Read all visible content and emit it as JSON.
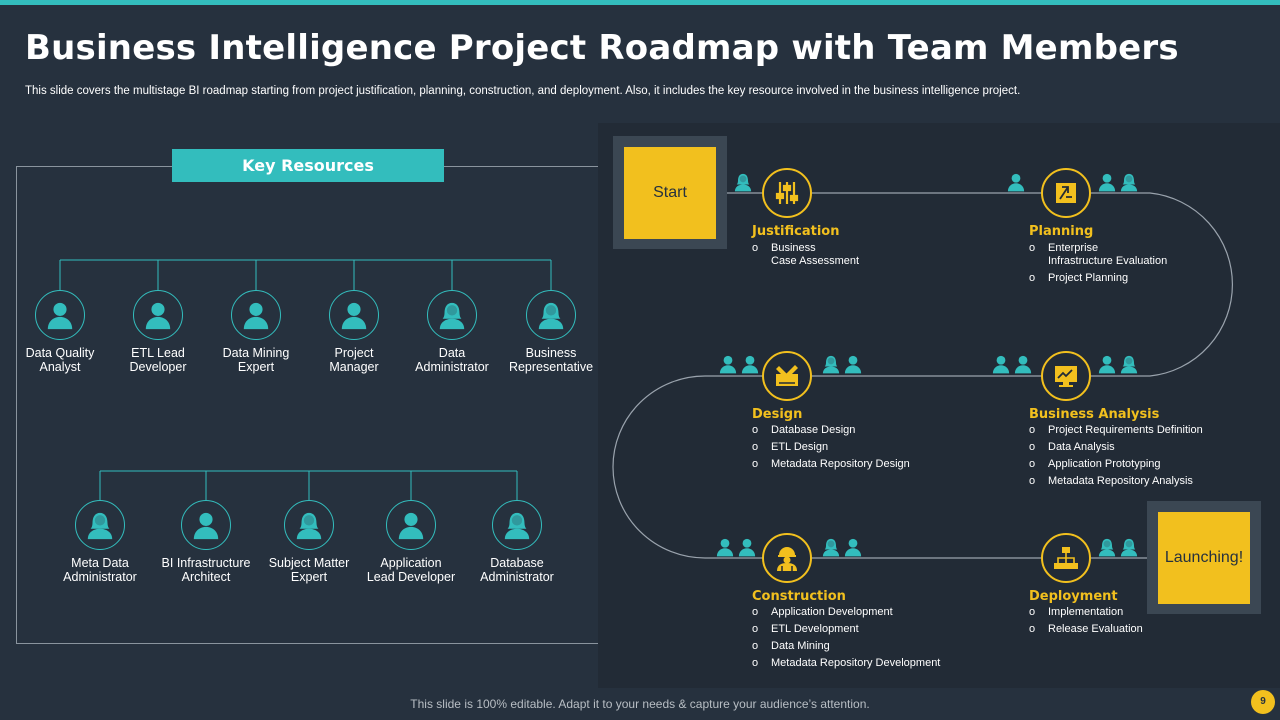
{
  "slide": {
    "title": "Business Intelligence Project Roadmap with Team Members",
    "subtitle": "This slide covers the multistage BI roadmap starting from project justification, planning, construction, and deployment. Also, it includes the key resource involved in the business intelligence project.",
    "footer": "This slide is 100% editable. Adapt it to your needs & capture your audience’s attention.",
    "page_number": "9"
  },
  "colors": {
    "accent_teal": "#33bdbd",
    "accent_yellow": "#f2c01e",
    "background": "#26313e"
  },
  "key_resources": {
    "title": "Key Resources",
    "row1": [
      {
        "label": "Data Quality\nAnalyst",
        "icon": "male-user-icon"
      },
      {
        "label": "ETL Lead\nDeveloper",
        "icon": "male-user-icon"
      },
      {
        "label": "Data Mining\nExpert",
        "icon": "male-user-icon"
      },
      {
        "label": "Project\nManager",
        "icon": "male-user-icon"
      },
      {
        "label": "Data\nAdministrator",
        "icon": "female-user-icon"
      },
      {
        "label": "Business\nRepresentative",
        "icon": "female-user-icon"
      }
    ],
    "row2": [
      {
        "label": "Meta Data\nAdministrator",
        "icon": "female-user-icon"
      },
      {
        "label": "BI Infrastructure\nArchitect",
        "icon": "male-user-icon"
      },
      {
        "label": "Subject Matter\nExpert",
        "icon": "female-user-icon"
      },
      {
        "label": "Application\nLead Developer",
        "icon": "male-user-icon"
      },
      {
        "label": "Database\nAdministrator",
        "icon": "female-user-icon"
      }
    ]
  },
  "roadmap": {
    "start_label": "Start",
    "end_label": "Launching!",
    "stages": [
      {
        "title": "Justification",
        "icon": "sliders-icon",
        "items": [
          "Business\nCase Assessment"
        ]
      },
      {
        "title": "Planning",
        "icon": "blueprint-icon",
        "items": [
          "Enterprise\nInfrastructure Evaluation",
          "Project Planning"
        ]
      },
      {
        "title": "Design",
        "icon": "design-tools-icon",
        "items": [
          "Database Design",
          "ETL Design",
          "Metadata Repository Design"
        ]
      },
      {
        "title": "Business Analysis",
        "icon": "analysis-monitor-icon",
        "items": [
          "Project Requirements Definition",
          "Data Analysis",
          "Application Prototyping",
          "Metadata Repository Analysis"
        ]
      },
      {
        "title": "Construction",
        "icon": "construction-worker-icon",
        "items": [
          "Application Development",
          "ETL Development",
          "Data Mining",
          "Metadata Repository Development"
        ]
      },
      {
        "title": "Deployment",
        "icon": "network-hierarchy-icon",
        "items": [
          "Implementation",
          "Release Evaluation"
        ]
      }
    ]
  }
}
